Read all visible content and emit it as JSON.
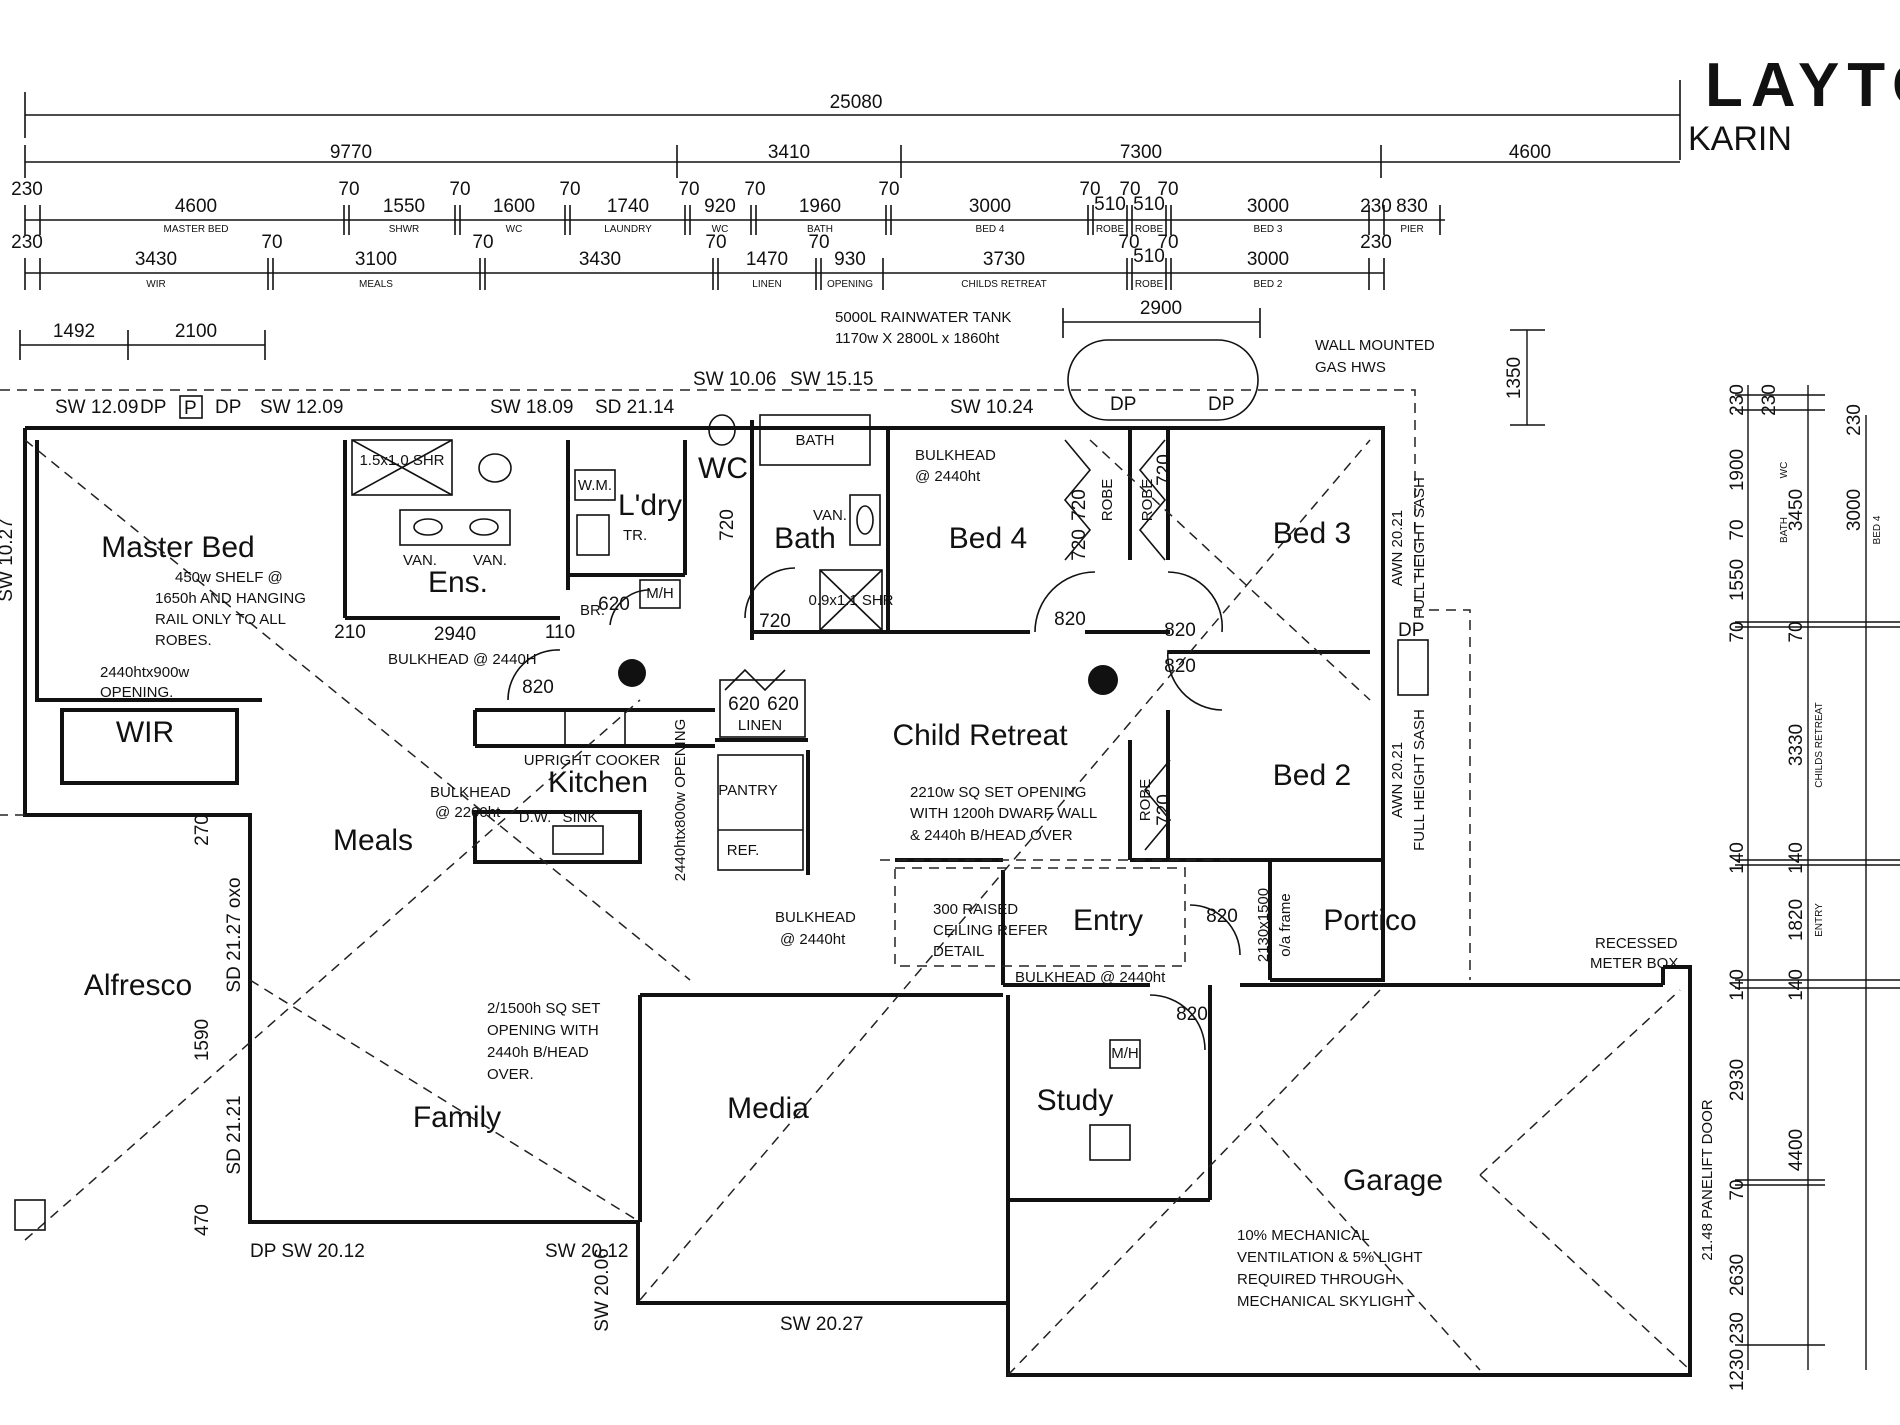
{
  "title": "LAYTO",
  "subtitle": "KARIN",
  "overall_dims": {
    "total": "25080",
    "row1": [
      "9770",
      "3410",
      "7300",
      "4600"
    ],
    "row2": [
      "230",
      "4600",
      "70",
      "1550",
      "70",
      "1600",
      "70",
      "1740",
      "70",
      "920",
      "70",
      "1960",
      "70",
      "3000",
      "70",
      "510",
      "70",
      "510",
      "70",
      "3000",
      "230",
      "830"
    ],
    "row2_sub": [
      "MASTER BED",
      "SHWR",
      "WC",
      "LAUNDRY",
      "WC",
      "BATH",
      "BED 4",
      "ROBE",
      "ROBE",
      "BED 3",
      "PIER"
    ],
    "row3": [
      "230",
      "3430",
      "70",
      "3100",
      "70",
      "3430",
      "70",
      "1470",
      "70",
      "930",
      "3730",
      "70",
      "510",
      "70",
      "3000",
      "230"
    ],
    "row3_sub": [
      "WIR",
      "MEALS",
      "LINEN",
      "OPENING",
      "CHILDS RETREAT",
      "ROBE",
      "BED 2"
    ],
    "top_small": [
      "1492",
      "2100",
      "2900"
    ],
    "right_side": [
      "1350",
      "230",
      "230",
      "1900",
      "70",
      "1550",
      "70",
      "3450",
      "3000",
      "70",
      "230",
      "3330",
      "140",
      "140",
      "1820",
      "140",
      "140",
      "2930",
      "4400",
      "70",
      "2630",
      "230",
      "1230"
    ],
    "right_side_sub": [
      "WC",
      "BATH",
      "BED 4",
      "CHILDS RETREAT",
      "ENTRY"
    ],
    "left_side": [
      "270",
      "1590",
      "470"
    ],
    "interior": [
      "2940",
      "210",
      "110",
      "820",
      "620",
      "720",
      "720",
      "820",
      "820",
      "820",
      "720",
      "720",
      "720",
      "720",
      "620",
      "620",
      "820",
      "820",
      "1350"
    ]
  },
  "rooms": {
    "master_bed": "Master Bed",
    "ens": "Ens.",
    "ldry": "L'dry",
    "wc": "WC",
    "bath": "Bath",
    "bed4": "Bed 4",
    "bed3": "Bed 3",
    "bed2": "Bed 2",
    "wir": "WIR",
    "kitchen": "Kitchen",
    "meals": "Meals",
    "child_retreat": "Child Retreat",
    "entry": "Entry",
    "portico": "Portico",
    "alfresco": "Alfresco",
    "family": "Family",
    "media": "Media",
    "study": "Study",
    "garage": "Garage"
  },
  "fixtures": {
    "shower": "1.5x1.0 SHR",
    "van": "VAN.",
    "wm": "W.M.",
    "tr": "TR.",
    "br": "BR.",
    "mh": "M/H",
    "bath": "BATH",
    "shr_small": "0.9x1.1 SHR",
    "robe": "ROBE",
    "linen": "LINEN",
    "pantry": "PANTRY",
    "ref": "REF.",
    "dw": "D.W.",
    "sink": "SINK",
    "upright_cooker": "UPRIGHT COOKER",
    "mh_study": "M/H"
  },
  "notes": {
    "master_shelf": [
      "450w SHELF @",
      "1650h AND HANGING",
      "RAIL ONLY TO ALL",
      "ROBES."
    ],
    "opening_2440": [
      "2440htx900w",
      "OPENING."
    ],
    "bulkhead_2440h": "BULKHEAD @ 2440H",
    "bulkhead_bath": [
      "BULKHEAD",
      "@ 2440ht"
    ],
    "bulkhead_kitchen": [
      "BULKHEAD",
      "@ 2200ht"
    ],
    "kitchen_opening": "2440htx800w OPENING",
    "child_opening": [
      "2210w SQ SET OPENING",
      "WITH 1200h DWARF WALL",
      "& 2440h B/HEAD OVER"
    ],
    "bulkhead_entry": [
      "BULKHEAD",
      "@ 2440ht"
    ],
    "raised_ceiling": [
      "300 RAISED",
      "CEILING REFER",
      "DETAIL"
    ],
    "bulkhead_garage": "BULKHEAD @ 2440ht",
    "frame": [
      "2130x1500",
      "o/a frame"
    ],
    "family_opening": [
      "2/1500h SQ SET",
      "OPENING WITH",
      "2440h B/HEAD",
      "OVER."
    ],
    "rainwater": [
      "5000L RAINWATER TANK",
      "1170w X 2800L x 1860ht"
    ],
    "gas_hws": [
      "WALL MOUNTED",
      "GAS HWS"
    ],
    "full_height_sash_1": [
      "AWN 20.21",
      "FULL HEIGHT SASH"
    ],
    "full_height_sash_2": [
      "AWN 20.21",
      "FULL HEIGHT SASH"
    ],
    "meter_box": [
      "RECESSED",
      "METER BOX"
    ],
    "ventilation": [
      "10% MECHANICAL",
      "VENTILATION & 5% LIGHT",
      "REQUIRED THROUGH",
      "MECHANICAL SKYLIGHT"
    ],
    "panelift": "21.48 PANELIFT DOOR"
  },
  "window_tags": {
    "sw1209a": "SW 12.09",
    "dp1": "DP",
    "p": "P",
    "dp2": "DP",
    "sw1209b": "SW 12.09",
    "sw1809": "SW 18.09",
    "sd2114": "SD 21.14",
    "sw1006": "SW 10.06",
    "sw1515": "SW 15.15",
    "sw1024": "SW 10.24",
    "dp3": "DP",
    "dp4": "DP",
    "sw1027": "SW 10.27",
    "sd2127": "SD 21.27 oxo",
    "sd2121": "SD 21.21",
    "dp_sw2012": "DP SW 20.12",
    "sw2012": "SW 20.12",
    "sw2006": "SW 20.06",
    "sw2027": "SW 20.27",
    "dp5": "DP",
    "dp6": "DP"
  }
}
